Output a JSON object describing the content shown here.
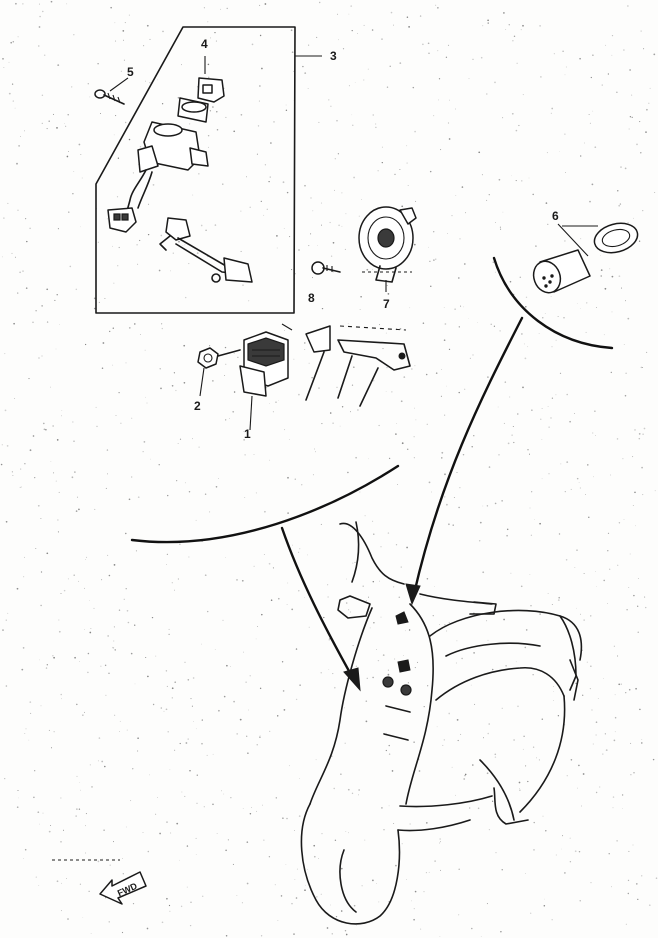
{
  "diagram": {
    "callouts": [
      {
        "id": "1",
        "label": "1"
      },
      {
        "id": "2",
        "label": "2"
      },
      {
        "id": "3",
        "label": "3"
      },
      {
        "id": "4",
        "label": "4"
      },
      {
        "id": "5",
        "label": "5"
      },
      {
        "id": "6",
        "label": "6"
      },
      {
        "id": "7",
        "label": "7"
      },
      {
        "id": "8",
        "label": "8"
      }
    ],
    "direction_badge": {
      "label": "FWD"
    }
  }
}
